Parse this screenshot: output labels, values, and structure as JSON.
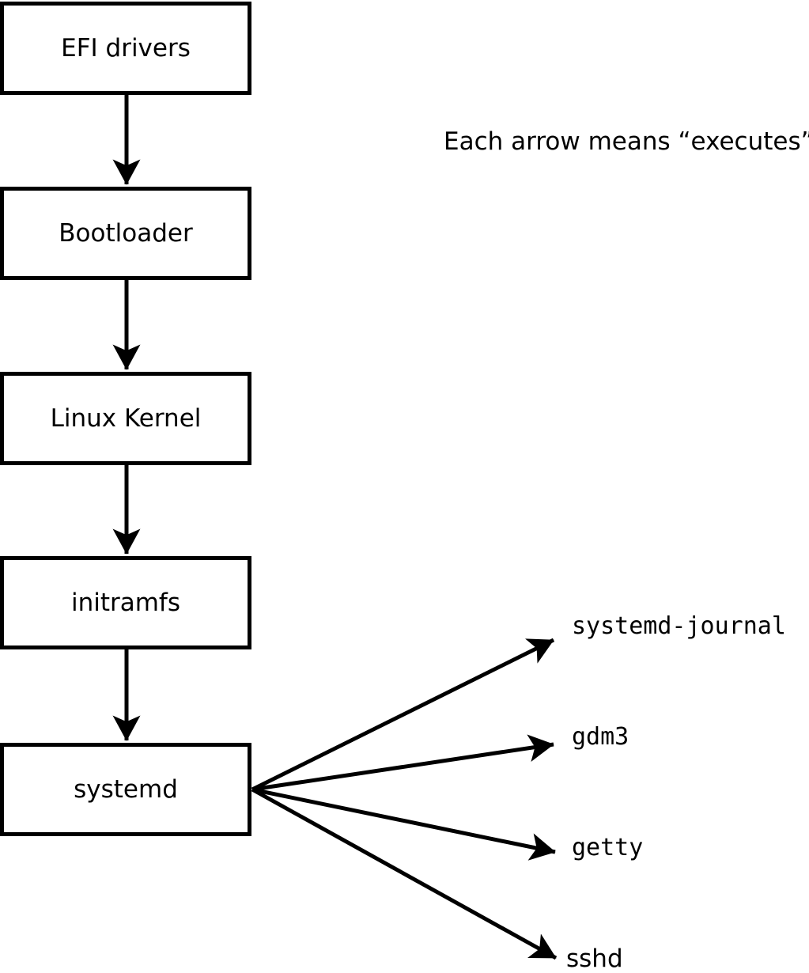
{
  "note": {
    "text": "Each arrow means “executes”."
  },
  "nodes": [
    {
      "id": "efi-drivers",
      "label": "EFI drivers"
    },
    {
      "id": "bootloader",
      "label": "Bootloader"
    },
    {
      "id": "linux-kernel",
      "label": "Linux Kernel"
    },
    {
      "id": "initramfs",
      "label": "initramfs"
    },
    {
      "id": "systemd",
      "label": "systemd"
    }
  ],
  "targets": [
    {
      "id": "systemd-journal",
      "label": "systemd-journal"
    },
    {
      "id": "gdm3",
      "label": "gdm3"
    },
    {
      "id": "getty",
      "label": "getty"
    },
    {
      "id": "sshd",
      "label": "sshd"
    }
  ],
  "edges": {
    "meaning": "executes",
    "chain": [
      "EFI drivers -> Bootloader",
      "Bootloader -> Linux Kernel",
      "Linux Kernel -> initramfs",
      "initramfs -> systemd"
    ],
    "fanout": [
      "systemd -> systemd-journal",
      "systemd -> gdm3",
      "systemd -> getty",
      "systemd -> sshd"
    ]
  },
  "colors": {
    "stroke": "#000000",
    "background": "#ffffff"
  }
}
